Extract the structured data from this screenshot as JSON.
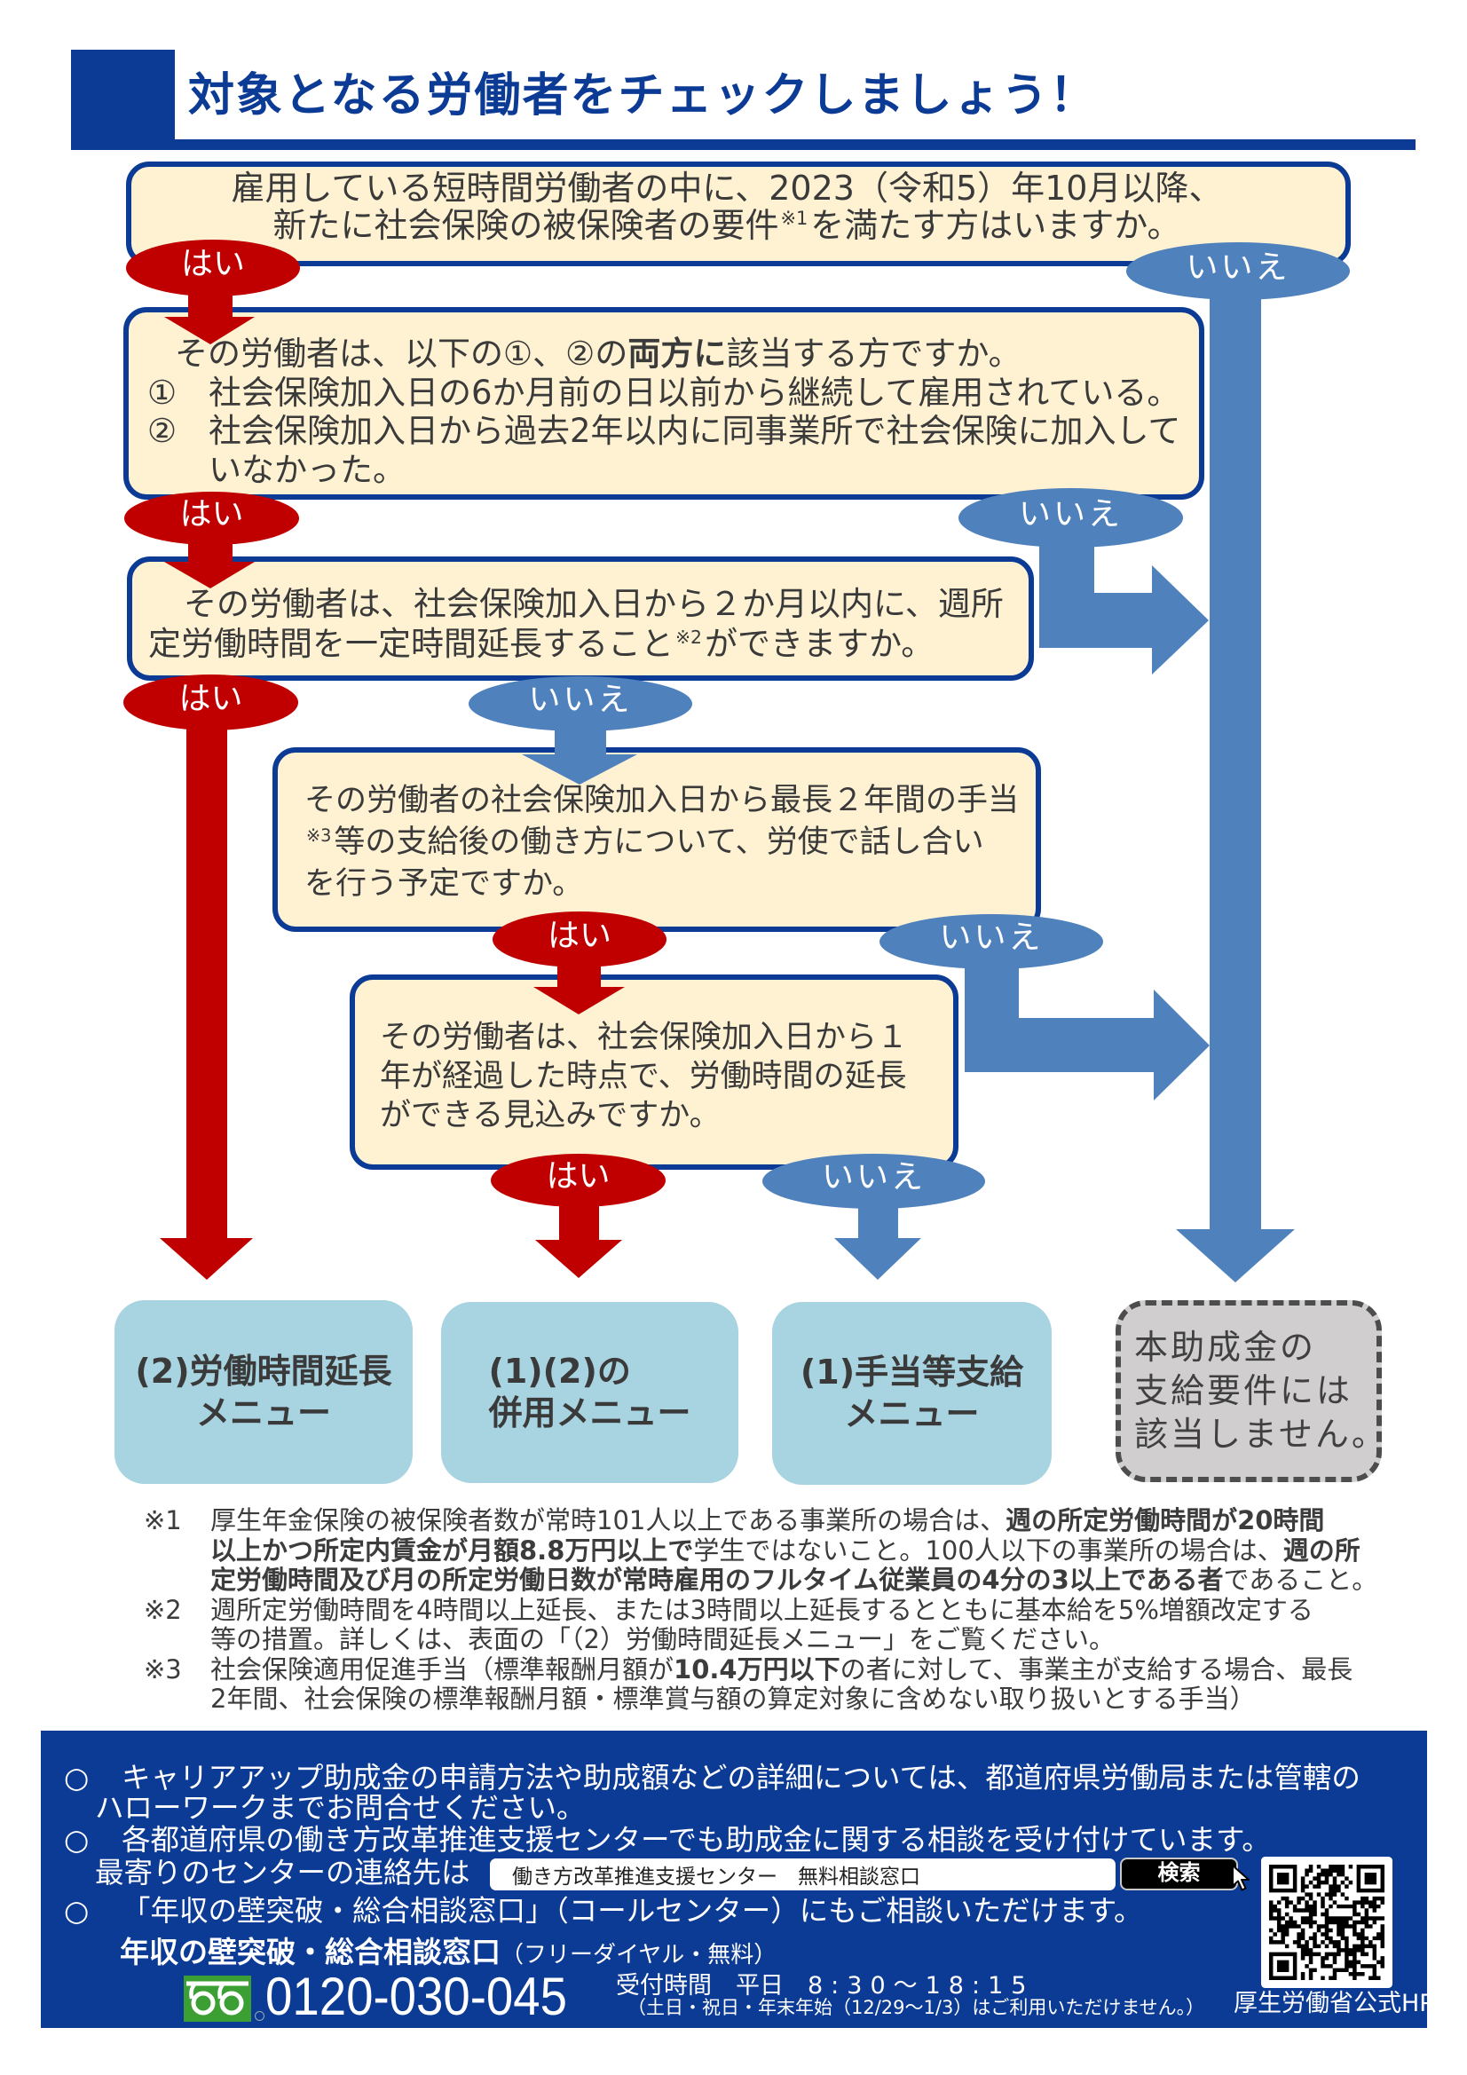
{
  "colors": {
    "brand_blue": "#0c3b95",
    "yes_red": "#c00000",
    "no_blue": "#4f81bd",
    "question_fill": "#fff2d3",
    "outcome_fill": "#a8d3e1",
    "ineligible_fill": "#d0cecf",
    "freedial_green": "#3b9f34"
  },
  "icons": {
    "freedial": "freedial-logo-icon",
    "cursor": "pointer-cursor-icon",
    "qr": "qr-code"
  },
  "header": {
    "title": "対象となる労働者をチェックしましょう！"
  },
  "answers": {
    "yes": "はい",
    "no": "いいえ"
  },
  "questions": {
    "q1": {
      "lines": [
        [
          "雇用している短時間労働者の中に、2023（令和5）年10月以降、"
        ],
        [
          "新たに社会保険の被保険者の要件",
          "※1",
          "を満たす方はいますか。"
        ]
      ]
    },
    "q2": {
      "lines": [
        [
          "その労働者は、以下の①、②の",
          "両方に",
          "該当する方ですか。"
        ],
        [
          "①",
          "社会保険加入日の6か月前の日以前から継続して雇用されている。"
        ],
        [
          "②",
          "社会保険加入日から過去2年以内に同事業所で社会保険に加入して"
        ],
        [
          "いなかった。"
        ]
      ]
    },
    "q3": {
      "lines": [
        [
          "その労働者は、社会保険加入日から２か月以内に、週所"
        ],
        [
          "定労働時間を一定時間延長すること",
          "※2",
          "ができますか。"
        ]
      ]
    },
    "q4": {
      "lines": [
        [
          "その労働者の社会保険加入日から最長２年間の手当"
        ],
        [
          "※3",
          "等の支給後の働き方について、労使で話し合い"
        ],
        [
          "を行う予定ですか。"
        ]
      ]
    },
    "q5": {
      "lines": [
        [
          "その労働者は、社会保険加入日から１"
        ],
        [
          "年が経過した時点で、労働時間の延長"
        ],
        [
          "ができる見込みですか。"
        ]
      ]
    }
  },
  "outcomes": {
    "extension_menu": [
      "(2)労働時間延長",
      "メニュー"
    ],
    "combined_menu": [
      "(1)(2)の",
      "併用メニュー"
    ],
    "allowance_menu": [
      "(1)手当等支給",
      "メニュー"
    ],
    "not_eligible": [
      "本助成金の",
      "支給要件には",
      "該当しません。"
    ]
  },
  "footnotes": [
    {
      "mark": "※1",
      "lines": [
        [
          "厚生年金保険の被保険者数が常時101人以上である事業所の場合は、",
          "週の所定労働時間が20時間"
        ],
        [
          "以上かつ所定内賃金が月額8.8万円以上で",
          "学生ではないこと。100人以下の事業所の場合は、",
          "週の所"
        ],
        [
          "定労働時間及び月の所定労働日数が常時雇用のフルタイム従業員の4分の3以上である者",
          "であること。"
        ]
      ]
    },
    {
      "mark": "※2",
      "lines": [
        [
          "週所定労働時間を4時間以上延長、または3時間以上延長するとともに基本給を5%増額改定する"
        ],
        [
          "等の措置。詳しくは、表面の「（2）労働時間延長メニュー」をご覧ください。"
        ]
      ]
    },
    {
      "mark": "※3",
      "lines": [
        [
          "社会保険適用促進手当（標準報酬月額が",
          "10.4万円以下",
          "の者に対して、事業主が支給する場合、最長"
        ],
        [
          "2年間、社会保険の標準報酬月額・標準賞与額の算定対象に含めない取り扱いとする手当）"
        ]
      ]
    }
  ],
  "contact": {
    "bullet": "○",
    "items": [
      {
        "lines": [
          "キャリアアップ助成金の申請方法や助成額などの詳細については、都道府県労働局または管轄の",
          "ハローワークまでお問合せください。"
        ]
      },
      {
        "lines": [
          "各都道府県の働き方改革推進支援センターでも助成金に関する相談を受け付けています。",
          "最寄りのセンターの連絡先は"
        ]
      },
      {
        "lines": [
          "「年収の壁突破・総合相談窓口」（コールセンター）にもご相談いただけます。"
        ]
      }
    ],
    "search": {
      "value": "働き方改革推進支援センター　無料相談窓口",
      "button_label": "検索"
    },
    "hotline": {
      "name": "年収の壁突破・総合相談窓口",
      "note": "（フリーダイヤル・無料）",
      "phone": "0120-030-045",
      "hours_label": "受付時間",
      "hours_days": "平日",
      "hours_time": "8:30～18:15",
      "closed_notice": "（土日・祝日・年末年始（12/29～1/3）はご利用いただけません。）"
    },
    "qr_caption": "厚生労働省公式HP"
  }
}
